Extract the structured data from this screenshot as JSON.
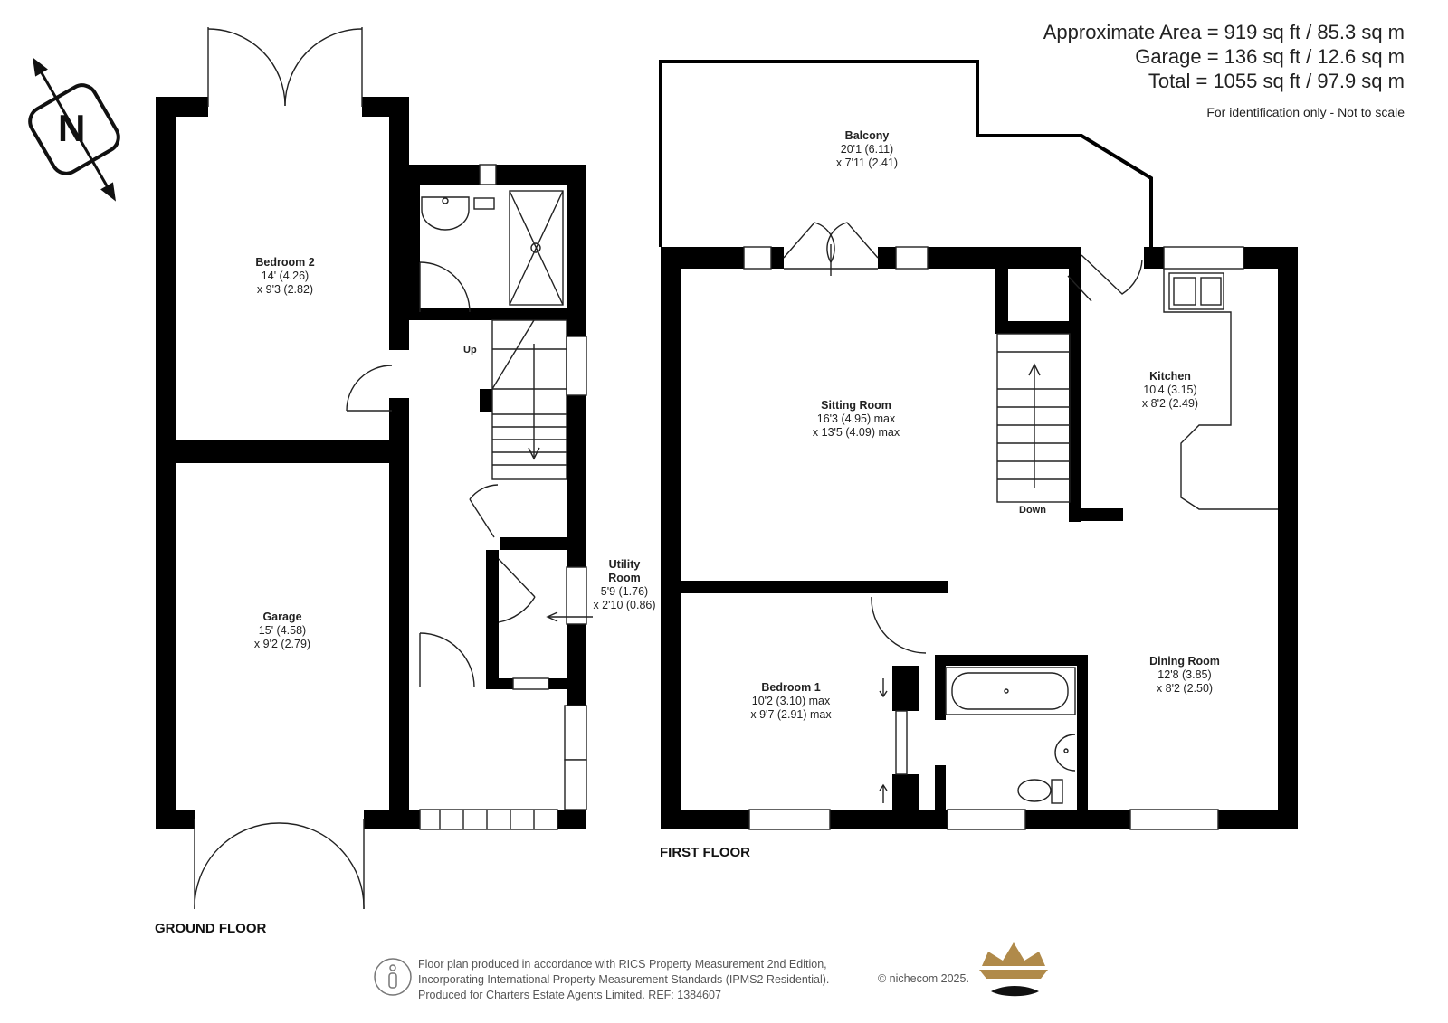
{
  "header": {
    "approx_area": "Approximate Area = 919 sq ft / 85.3 sq m",
    "garage_area": "Garage = 136 sq ft / 12.6 sq m",
    "total_area": "Total = 1055 sq ft / 97.9 sq m",
    "disclaimer": "For identification only - Not to scale"
  },
  "compass": {
    "letter": "N",
    "icon": "north-compass-icon"
  },
  "floors": {
    "ground": "GROUND FLOOR",
    "first": "FIRST FLOOR"
  },
  "rooms": {
    "bedroom2": {
      "name": "Bedroom 2",
      "dim1": "14' (4.26)",
      "dim2": "x 9'3 (2.82)"
    },
    "garage": {
      "name": "Garage",
      "dim1": "15' (4.58)",
      "dim2": "x 9'2 (2.79)"
    },
    "utility": {
      "name1": "Utility",
      "name2": "Room",
      "dim1": "5'9 (1.76)",
      "dim2": "x 2'10 (0.86)"
    },
    "balcony": {
      "name": "Balcony",
      "dim1": "20'1 (6.11)",
      "dim2": "x 7'11 (2.41)"
    },
    "sitting": {
      "name": "Sitting Room",
      "dim1": "16'3 (4.95) max",
      "dim2": "x 13'5 (4.09) max"
    },
    "kitchen": {
      "name": "Kitchen",
      "dim1": "10'4 (3.15)",
      "dim2": "x 8'2 (2.49)"
    },
    "dining": {
      "name": "Dining Room",
      "dim1": "12'8 (3.85)",
      "dim2": "x 8'2 (2.50)"
    },
    "bedroom1": {
      "name": "Bedroom 1",
      "dim1": "10'2 (3.10) max",
      "dim2": "x 9'7 (2.91) max"
    }
  },
  "stairs": {
    "up": "Up",
    "down": "Down"
  },
  "footer": {
    "line1": "Floor plan produced in accordance with RICS Property Measurement 2nd Edition,",
    "line2": "Incorporating International Property Measurement Standards (IPMS2 Residential).",
    "line3": "Produced for Charters Estate Agents Limited.   REF: 1384607",
    "copyright": "© nichecom 2025.",
    "logo_icon": "crown-logo-icon",
    "person_icon": "person-icon"
  },
  "colors": {
    "wall": "#000000",
    "line": "#222222",
    "gold": "#b08a4a"
  }
}
